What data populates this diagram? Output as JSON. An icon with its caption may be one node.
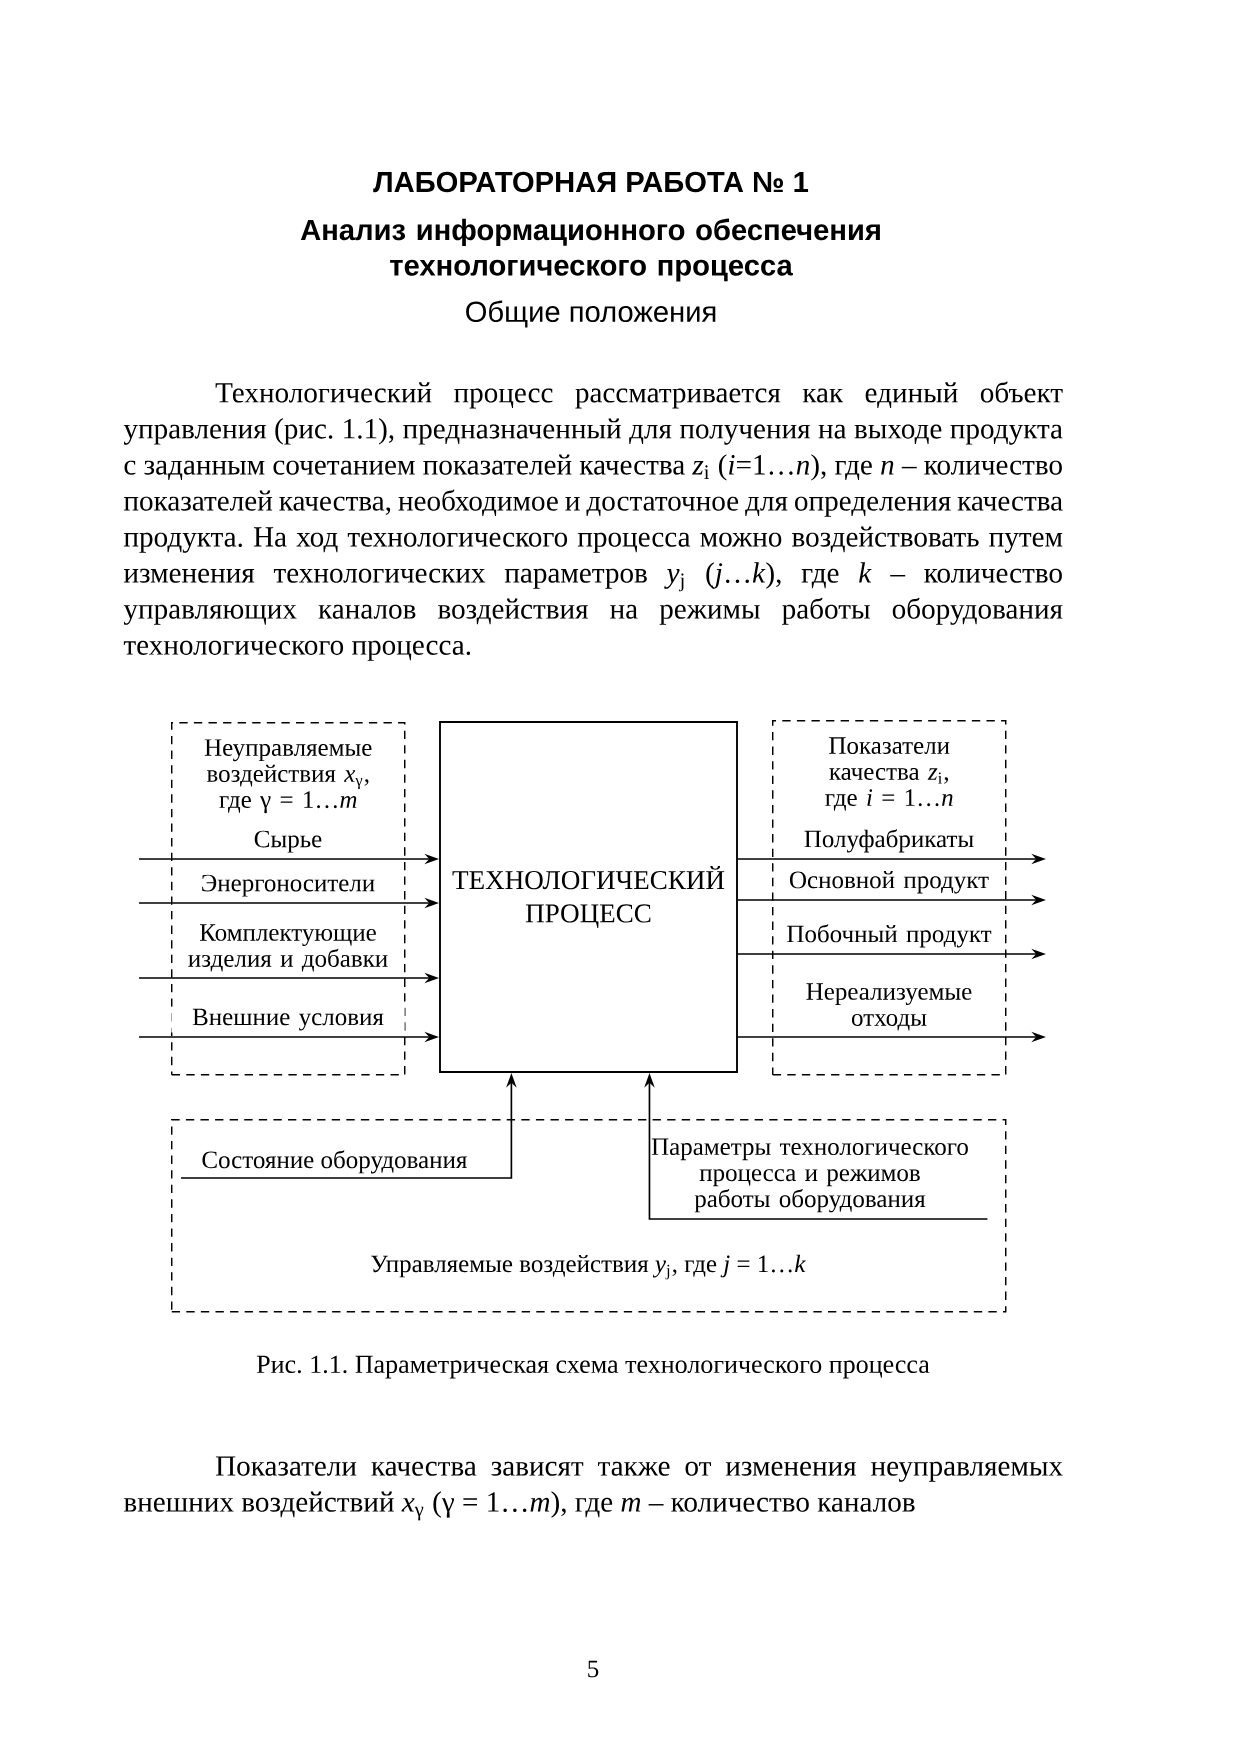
{
  "diagram": {
    "title": "ЛАБОРАТОРНАЯ РАБОТА № 1",
    "caption": "Рис. 1.1. Параметрическая схема технологического процесса",
    "nodes": [
      {
        "text": [
          "Неуправляемые воздействия *x*$_{γ}$, где γ = 1…*m*"
        ]
      },
      {
        "text": [
          "ТЕХНОЛОГИЧЕСКИЙ ПРОЦЕСС"
        ]
      },
      {
        "text": [
          "Показатели качества *z*$_{i}$, где *i* = 1…*n*"
        ]
      },
      {
        "text": [
          "Управляемые воздействия *y*$_{j}$, где *j* = 1…*k*"
        ]
      },
      {
        "text": [
          "Состояние оборудования"
        ],
        "in": 3
      },
      {
        "text": [
          "Параметры технологического процесса и режимов работы оборудования"
        ],
        "in": 3
      }
    ],
    "edges": [
      {
        "from": null,
        "to": 1,
        "arrow": "to",
        "label": "Сырье"
      },
      {
        "from": null,
        "to": 1,
        "arrow": "to",
        "label": "Энергоносители"
      },
      {
        "from": null,
        "to": 1,
        "arrow": "to",
        "label": "Комплектующие изделия и добавки"
      },
      {
        "from": null,
        "to": 1,
        "arrow": "to",
        "label": "Внешние условия"
      },
      {
        "from": 1,
        "to": null,
        "arrow": "to",
        "label": "Полуфабрикаты"
      },
      {
        "from": 1,
        "to": null,
        "arrow": "to",
        "label": "Основной продукт"
      },
      {
        "from": 1,
        "to": null,
        "arrow": "to",
        "label": "Побочный продукт"
      },
      {
        "from": 1,
        "to": null,
        "arrow": "to",
        "label": "Нереализуемые отходы"
      },
      {
        "from": 4,
        "to": 1,
        "arrow": "to"
      },
      {
        "from": 5,
        "to": 1,
        "arrow": "to"
      }
    ],
    "labels": [
      "Анализ информационного обеспечения технологического процесса",
      "Общие положения",
      "Технологический процесс рассматривается как единый объект управления (рис. 1.1), предназначенный для получения на выходе продукта с заданным сочетанием показателей качества *z*$_{i}$ (*i*=1…*n*), где *n* – количество показателей качества, необходимое и достаточное для определения качества продукта. На ход технологического процесса можно воздействовать путем изменения технологических параметров *y*$_{j}$ (*j*…*k*), где *k* – количество управляющих каналов воздействия на режимы работы оборудования технологического процесса.",
      "Показатели качества зависят также от изменения неуправляемых внешних воздействий *x*$_{γ}$ (γ = 1…*m*), где *m* – количество каналов",
      "5"
    ]
  }
}
